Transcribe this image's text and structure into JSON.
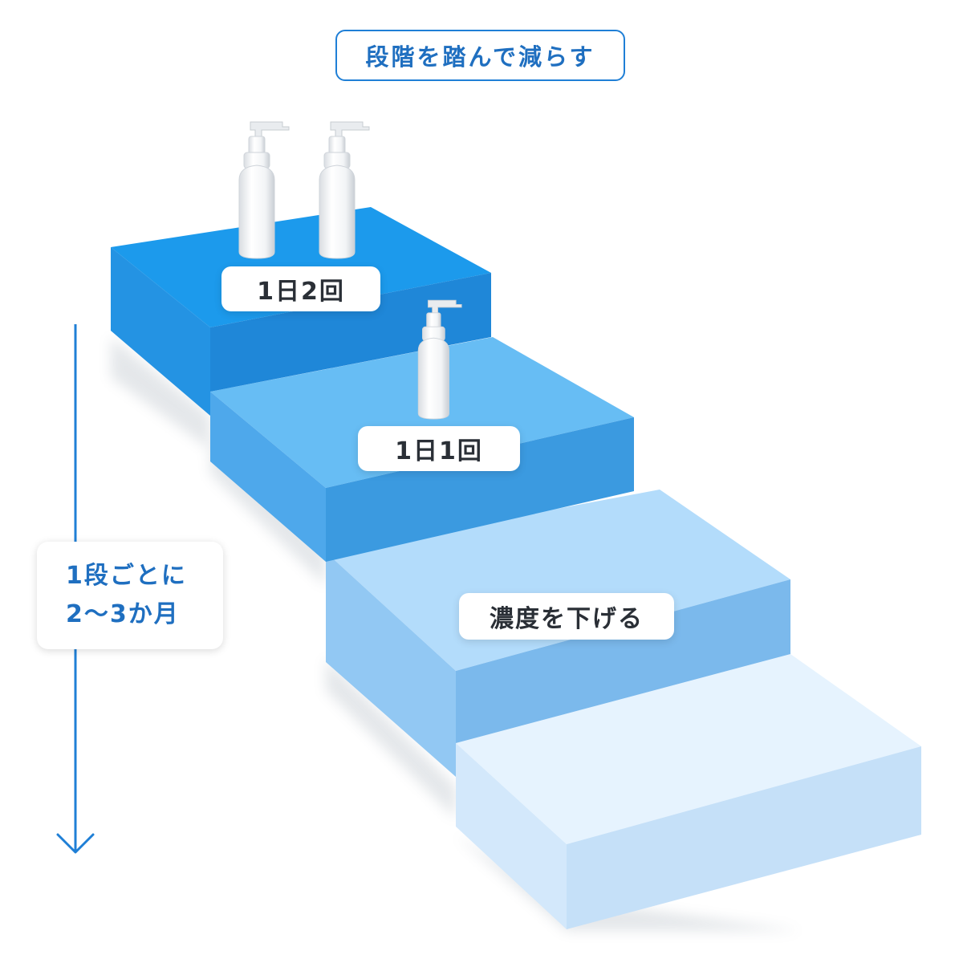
{
  "title": "段階を踏んで減らす",
  "side_note": {
    "line1": "1段ごとに",
    "line2": "2〜3か月"
  },
  "steps": [
    {
      "label": "1日2回",
      "bottles": 2,
      "color_top": "#1c9aec",
      "color_front": "#1f87d8",
      "color_side": "#2493e3"
    },
    {
      "label": "1日1回",
      "bottles": 1,
      "color_top": "#67bdf4",
      "color_front": "#3b9ae0",
      "color_side": "#4ea8eb"
    },
    {
      "label": "濃度を下げる",
      "bottles": 0,
      "color_top": "#b3dcfb",
      "color_front": "#7bb9ec",
      "color_side": "#92c8f3"
    },
    {
      "label": "",
      "bottles": 0,
      "color_top": "#e6f3fe",
      "color_front": "#c5e0f8",
      "color_side": "#d3e8fb"
    }
  ],
  "colors": {
    "accent": "#1f7fd6",
    "arrow": "#1f7fd6"
  },
  "icons": {
    "bottle": "spray-bottle-icon",
    "arrow": "arrow-down-icon"
  }
}
